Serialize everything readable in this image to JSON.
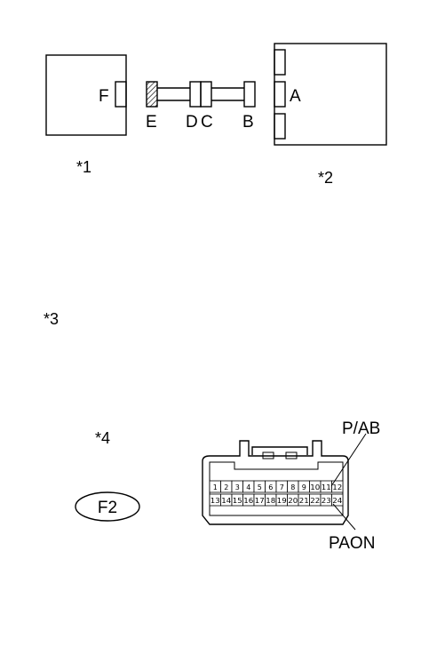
{
  "top_diagram": {
    "component1_ref": "*1",
    "component2_ref": "*2",
    "connector_labels": {
      "f": "F",
      "e": "E",
      "d": "D",
      "c": "C",
      "b": "B",
      "a": "A"
    }
  },
  "refs": {
    "ref3": "*3",
    "ref4": "*4"
  },
  "connector_front": {
    "code": "F2",
    "top_row_pins": [
      "1",
      "2",
      "3",
      "4",
      "5",
      "6",
      "7",
      "8",
      "9",
      "10",
      "11",
      "12"
    ],
    "bottom_row_pins": [
      "13",
      "14",
      "15",
      "16",
      "17",
      "18",
      "19",
      "20",
      "21",
      "22",
      "23",
      "24"
    ],
    "callout_top": "P/AB",
    "callout_bottom": "PAON"
  }
}
